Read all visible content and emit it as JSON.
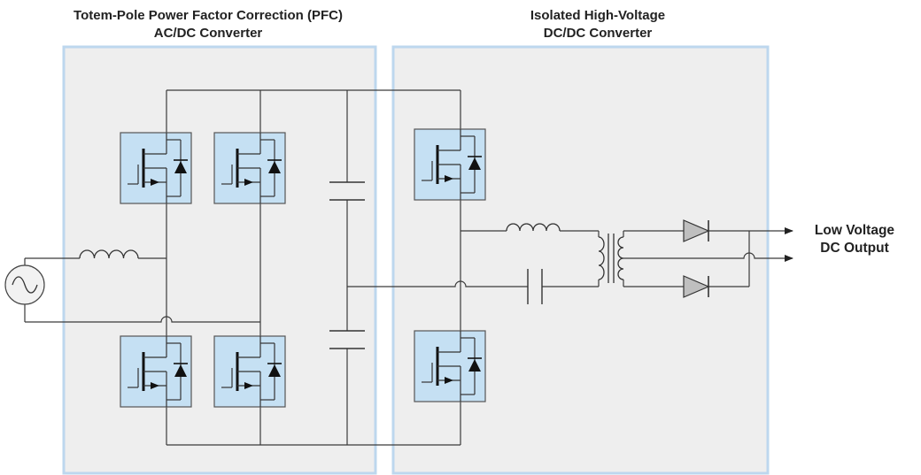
{
  "sections": {
    "pfc": {
      "title_line1": "Totem-Pole Power Factor Correction (PFC)",
      "title_line2": "AC/DC Converter"
    },
    "dcdc": {
      "title_line1": "Isolated High-Voltage",
      "title_line2": "DC/DC Converter"
    }
  },
  "output": {
    "line1": "Low Voltage",
    "line2": "DC  Output"
  },
  "colors": {
    "block_fill": "#eeeeee",
    "block_border": "#bdd7ee",
    "switch_fill": "#c5e0f3",
    "wire": "#3a3a3a",
    "diode_fill": "#bfbfbf"
  },
  "icons": [
    "ac-source-icon",
    "inductor-icon",
    "capacitor-icon",
    "mosfet-icon",
    "transformer-icon",
    "diode-icon",
    "arrow-icon"
  ]
}
